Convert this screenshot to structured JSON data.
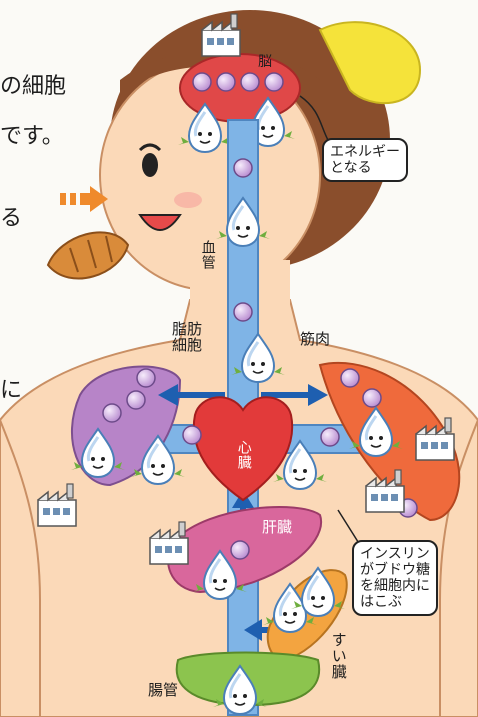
{
  "side_text": {
    "line1": "の細胞",
    "line2": "です。",
    "line3": "る",
    "line4": "に"
  },
  "labels": {
    "brain": "脳",
    "blood_vessel": "血管",
    "fat_cells": "脂肪細胞",
    "muscle": "筋肉",
    "heart": "心臓",
    "liver": "肝臓",
    "pancreas": "すい臓",
    "intestine": "腸管"
  },
  "callouts": {
    "energy": "エネルギー\nとなる",
    "insulin": "インスリン\nがブドウ糖\nを細胞内に\nはこぶ"
  },
  "colors": {
    "blood_vessel": "#7fb4e6",
    "glucose_ball": "#c9a6dc",
    "heart": "#e23a3a",
    "brain": "#e04848",
    "fat_cells": "#b784c8",
    "muscle": "#ef6a3c",
    "liver": "#d9679c",
    "pancreas": "#f3a440",
    "intestine": "#8cc44e",
    "hair": "#8a4e2c",
    "skin": "#fbd9b8",
    "arrow": "#1e5fb0",
    "hint_arrow": "#ef8a2c"
  },
  "icons": [
    "factory-icon",
    "glucose-droplet-icon",
    "bread-icon",
    "arrow-right-icon",
    "ribbon-icon"
  ]
}
